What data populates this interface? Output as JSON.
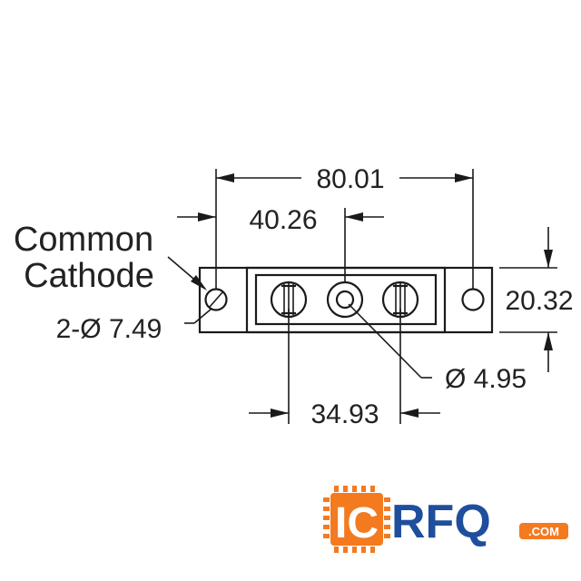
{
  "diagram": {
    "labels": {
      "common_line1": "Common",
      "common_line2": "Cathode",
      "mount_hole": "2-Ø 7.49",
      "center_hole": "Ø 4.95"
    },
    "dimensions": {
      "overall_width": "80.01",
      "pin_offset": "40.26",
      "pin_spacing": "34.93",
      "height": "20.32"
    },
    "colors": {
      "line": "#1a1a1a",
      "logo_orange": "#f47a20",
      "logo_blue": "#1f4e9c"
    }
  },
  "logo": {
    "ic": "IC",
    "rfq": "RFQ",
    "dotcom": ".COM",
    "icon": "chip-icon"
  }
}
